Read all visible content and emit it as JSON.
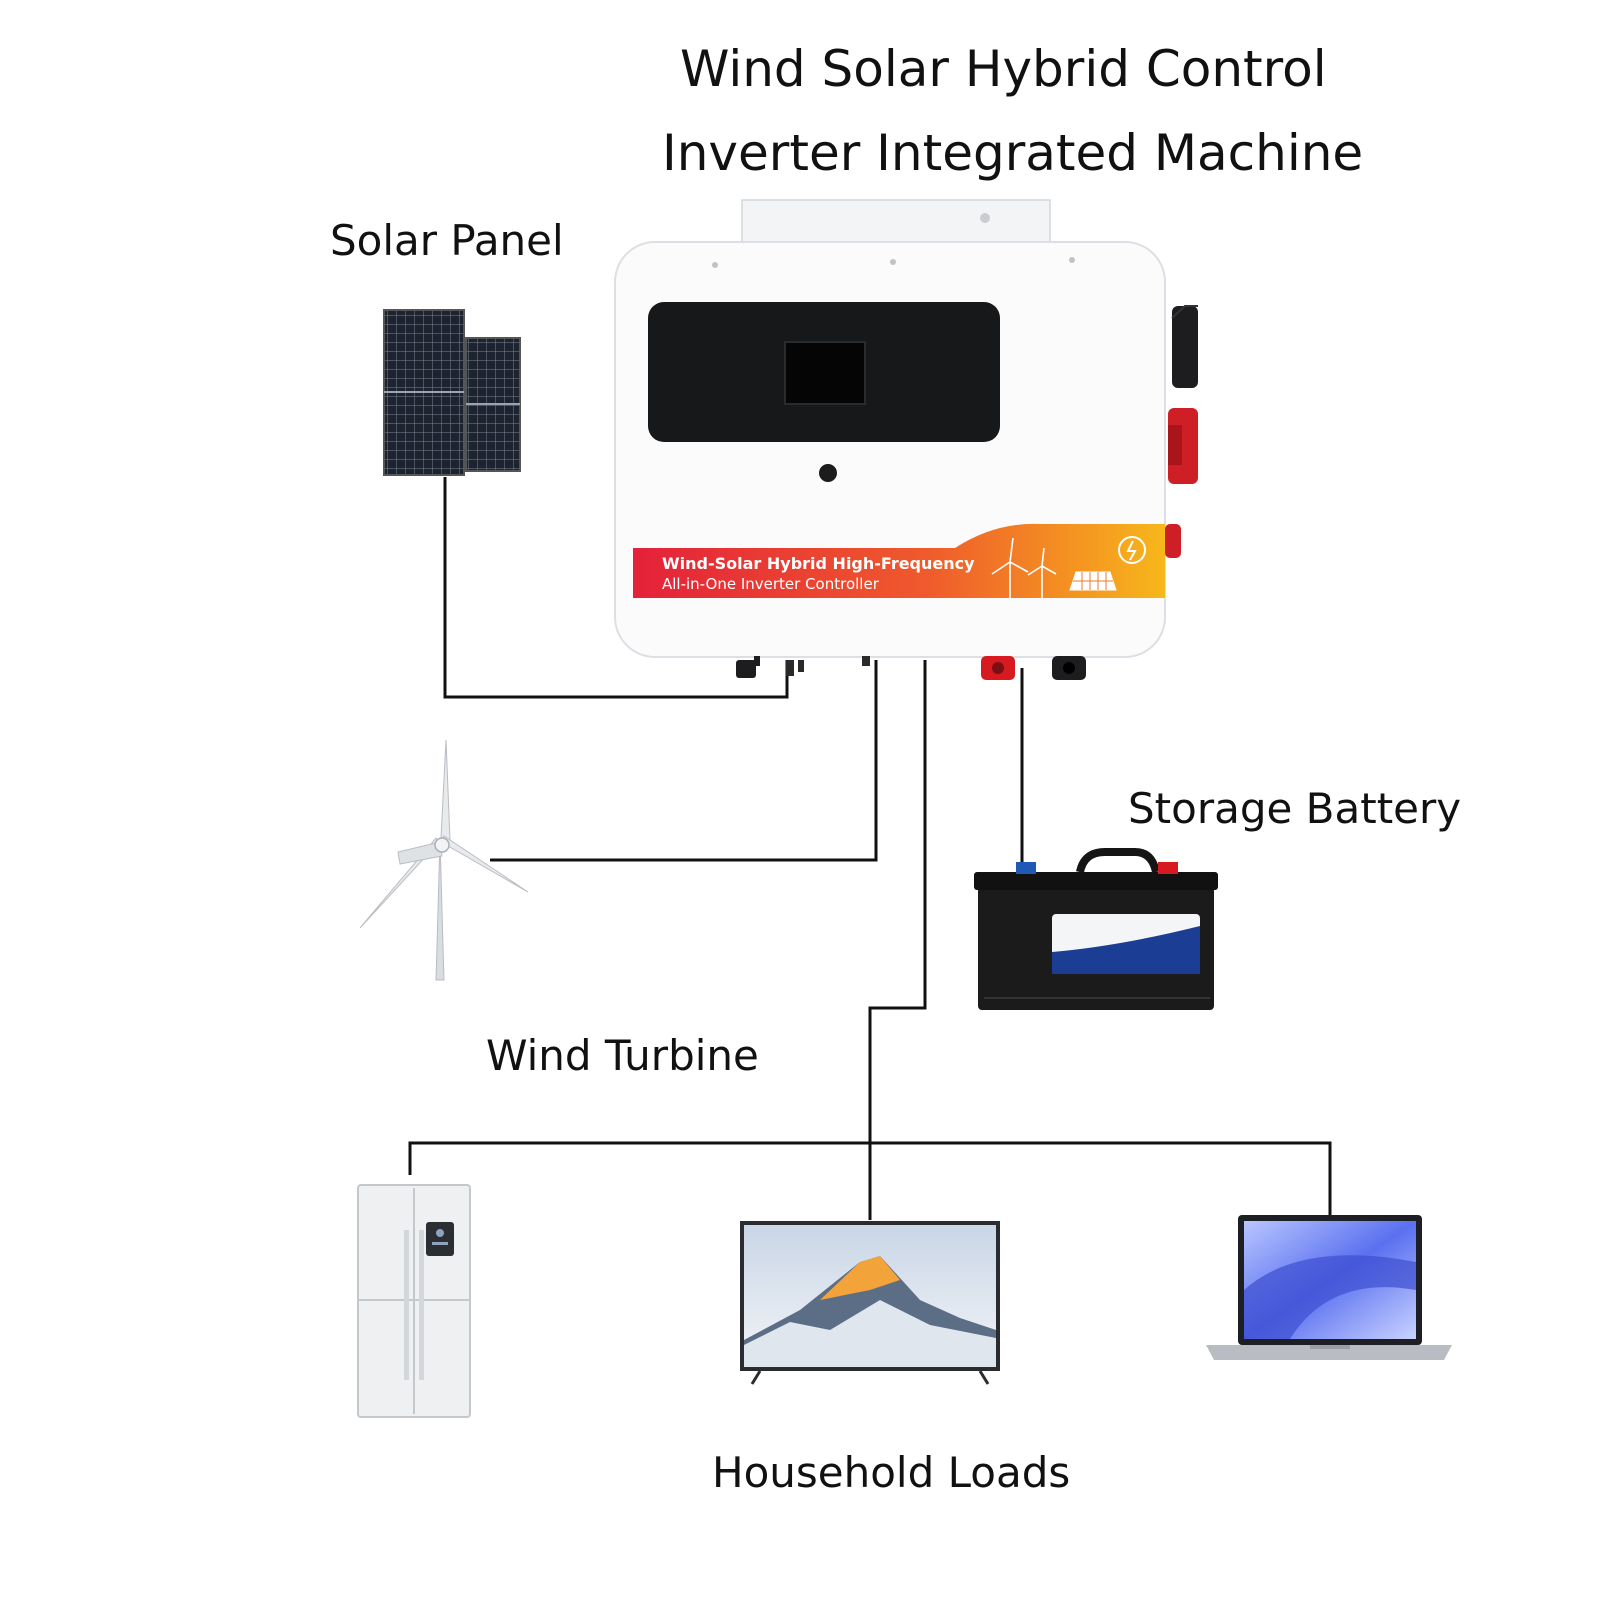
{
  "title": {
    "line1": "Wind Solar Hybrid Control",
    "line2": "Inverter Integrated Machine"
  },
  "labels": {
    "solar_panel": "Solar Panel",
    "wind_turbine": "Wind Turbine",
    "storage_battery": "Storage Battery",
    "household_loads": "Household Loads"
  },
  "inverter": {
    "band_line1": "Wind-Solar Hybrid High-Frequency",
    "band_line2": "All-in-One Inverter Controller"
  },
  "colors": {
    "wire": "#111111",
    "band_start": "#e52538",
    "band_end": "#f6b21a",
    "battery_body": "#1b1b1b",
    "terminal_red": "#d71920"
  }
}
